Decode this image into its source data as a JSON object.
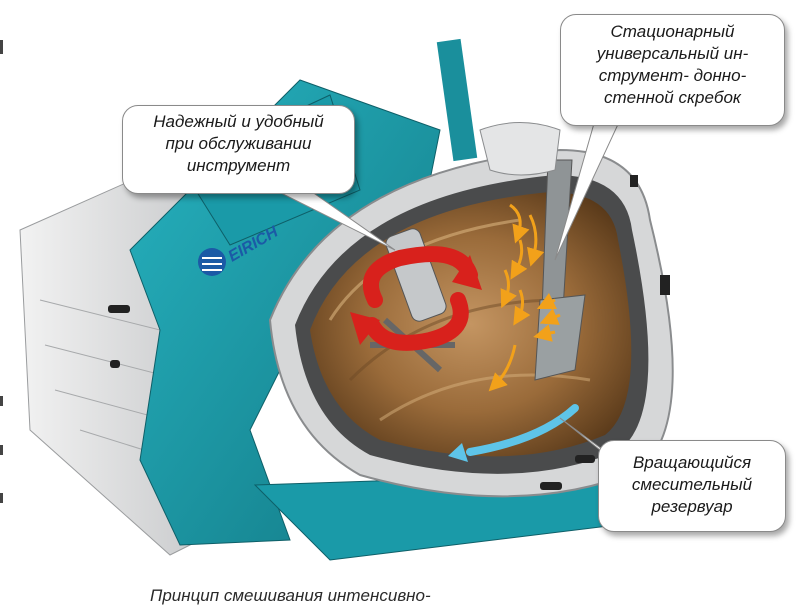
{
  "brand": {
    "logo_text": "EIRICH"
  },
  "callouts": {
    "tool": "Надежный и удобный\nпри обслуживании\nинструмент",
    "scraper": "Стационарный\nуниверсальный ин-\nструмент- донно-\nстенной скребок",
    "vessel": "Вращающийся\nсмесительный\nрезервуар"
  },
  "caption": "Принцип смешивания интенсивно-",
  "colors": {
    "machine_teal": "#1a9aa8",
    "housing_gray": "#d9dadb",
    "material_brown": "#9a6b3a",
    "rotation_red": "#d8211c",
    "flow_orange": "#f2a11a",
    "vessel_arrow_blue": "#5ec4e8",
    "logo_blue": "#1b5aa6"
  }
}
